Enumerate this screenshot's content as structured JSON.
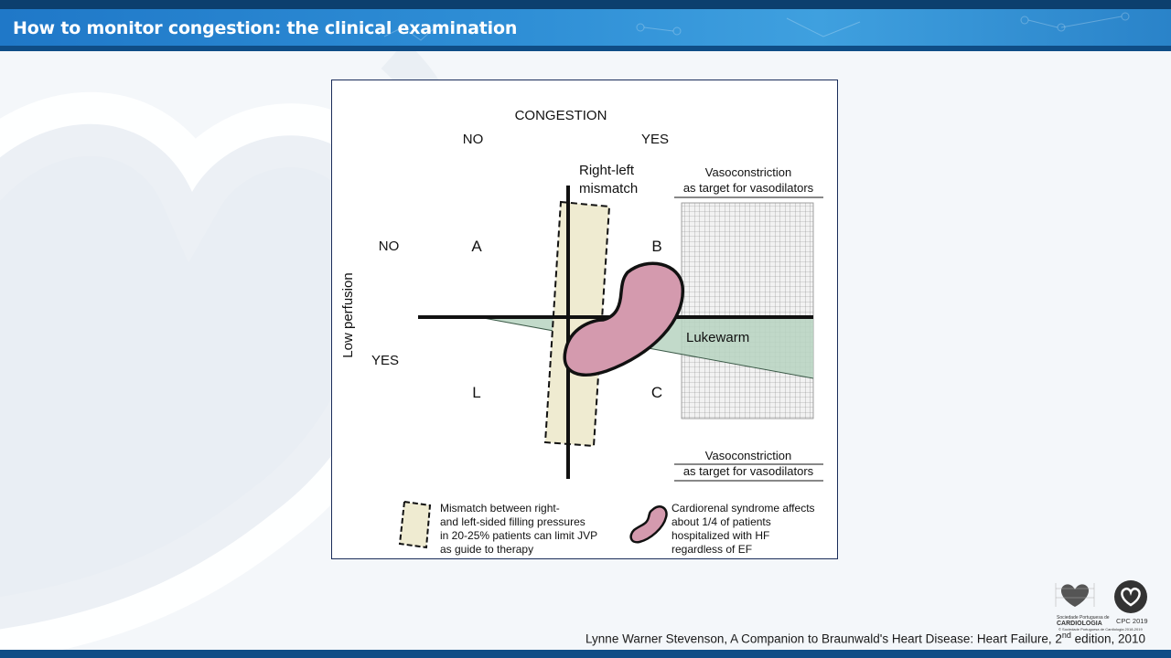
{
  "slide": {
    "title": "How to monitor congestion: the clinical examination",
    "citation_main": "Lynne Warner Stevenson, A Companion to Braunwald's Heart Disease: Heart Failure, 2",
    "citation_sup": "nd",
    "citation_tail": " edition, 2010"
  },
  "figure": {
    "congestion_label": "CONGESTION",
    "col_no": "NO",
    "col_yes": "YES",
    "row_no": "NO",
    "row_yes": "YES",
    "perfusion_label": "Low perfusion",
    "mismatch_title_1": "Right-left",
    "mismatch_title_2": "mismatch",
    "quad_a": "A",
    "quad_b": "B",
    "quad_l": "L",
    "quad_c": "C",
    "lukewarm": "Lukewarm",
    "vaso_top_1": "Vasoconstriction",
    "vaso_top_2": "as target for vasodilators",
    "vaso_bottom_1": "Vasoconstriction",
    "vaso_bottom_2": "as target for vasodilators",
    "legend_mismatch": [
      "Mismatch between right-",
      "and left-sided filling pressures",
      "in 20-25% patients can limit JVP",
      "as guide to therapy"
    ],
    "legend_cardiorenal": [
      "Cardiorenal syndrome affects",
      "about 1/4 of patients",
      "hospitalized with HF",
      "regardless of EF"
    ],
    "colors": {
      "mismatch_fill": "#efebd1",
      "kidney_fill": "#d49aae",
      "lukewarm_fill": "#b7d4c1",
      "grid_fill": "#eeeeee"
    }
  },
  "logos": {
    "spc_line1": "Sociedade Portuguesa de",
    "spc_line2": "CARDIOLOGIA",
    "cpc_label": "CPC 2019",
    "copyright": "© Sociedade Portuguesa de Cardiologia 2018-2019"
  }
}
